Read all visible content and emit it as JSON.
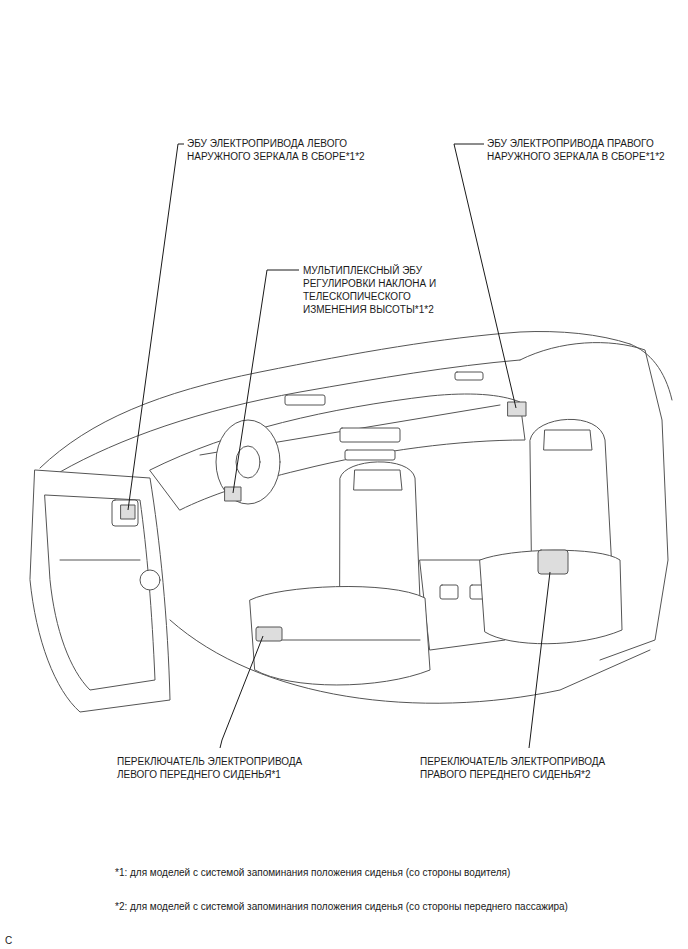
{
  "diagram": {
    "labels": [
      "ЭБУ ЭЛЕКТРОПРИВОДА ЛЕВОГО НАРУЖНОГО ЗЕРКАЛА В СБОРЕ*1*2",
      "ЭБУ ЭЛЕКТРОПРИВОДА ПРАВОГО НАРУЖНОГО ЗЕРКАЛА В СБОРЕ*1*2",
      "МУЛЬТИПЛЕКСНЫЙ ЭБУ РЕГУЛИРОВКИ НАКЛОНА И ТЕЛЕСКОПИЧЕСКОГО ИЗМЕНЕНИЯ ВЫСОТЫ*1*2",
      "ПЕРЕКЛЮЧАТЕЛЬ ЭЛЕКТРОПРИВОДА ЛЕВОГО ПЕРЕДНЕГО СИДЕНЬЯ*1",
      "ПЕРЕКЛЮЧАТЕЛЬ ЭЛЕКТРОПРИВОДА ПРАВОГО ПЕРЕДНЕГО СИДЕНЬЯ*2",
      "*1: для моделей с системой запоминания положения сиденья (со стороны водителя)",
      "*2: для моделей с системой запоминания положения сиденья (со стороны переднего пассажира)",
      "C"
    ]
  }
}
